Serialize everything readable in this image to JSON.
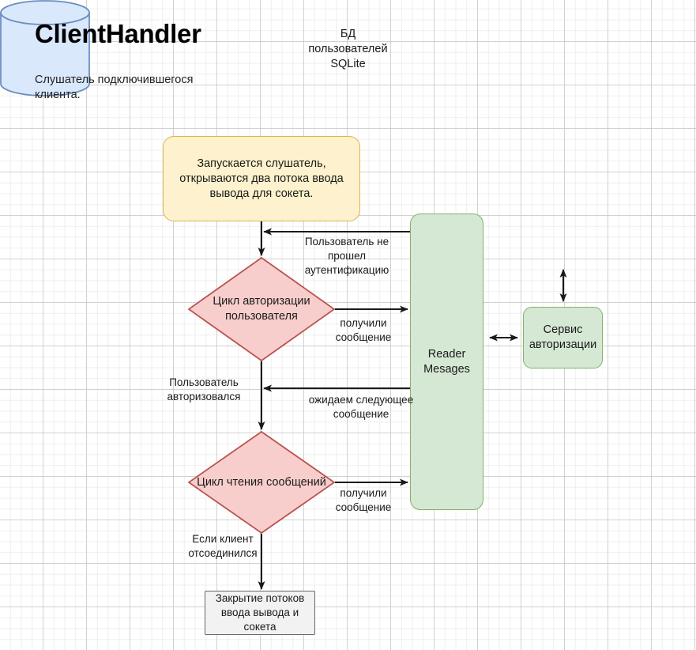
{
  "page": {
    "title": "ClientHandler",
    "subtitle": "Слушатель подключившегося клиента."
  },
  "nodes": {
    "start": {
      "label": "Запускается слушатель, открываются два потока ввода вывода для сокета.",
      "shape": "rounded-rect",
      "fill": "#fdf2cd",
      "stroke": "#d6b656"
    },
    "decision_auth": {
      "label": "Цикл авторизации пользователя",
      "shape": "diamond",
      "fill": "#f8cecc",
      "stroke": "#b85450"
    },
    "decision_read": {
      "label": "Цикл чтения сообщений",
      "shape": "diamond",
      "fill": "#f8cecc",
      "stroke": "#b85450"
    },
    "reader": {
      "label": "Reader Mesages",
      "line1": "Reader",
      "line2": "Mesages",
      "shape": "rounded-rect",
      "fill": "#d5e8d4",
      "stroke": "#82b366"
    },
    "auth_service": {
      "label": "Сервис авторизации",
      "shape": "rounded-rect",
      "fill": "#d5e8d4",
      "stroke": "#82b366"
    },
    "database": {
      "label": "БД пользователей SQLite",
      "line1": "БД",
      "line2": "пользователей",
      "line3": "SQLite",
      "shape": "cylinder",
      "fill": "#dae8fc",
      "stroke": "#6c8ebf"
    },
    "end": {
      "label": "Закрытие потоков ввода вывода и сокета",
      "shape": "rect",
      "fill": "#f2f2f2",
      "stroke": "#666666"
    }
  },
  "edge_labels": {
    "not_authenticated": "Пользователь не прошел аутентификацию",
    "got_message_1": "получили сообщение",
    "user_authorized": "Пользователь авторизовался",
    "wait_next_message": "ожидаем следующее сообщение",
    "got_message_2": "получили сообщение",
    "client_disconnected": "Если клиент отсоединился"
  },
  "colors": {
    "edge_stroke": "#1a1a1a",
    "grid_major": "#c8c8c8",
    "grid_minor": "#e1e1e1",
    "background": "#ffffff"
  }
}
